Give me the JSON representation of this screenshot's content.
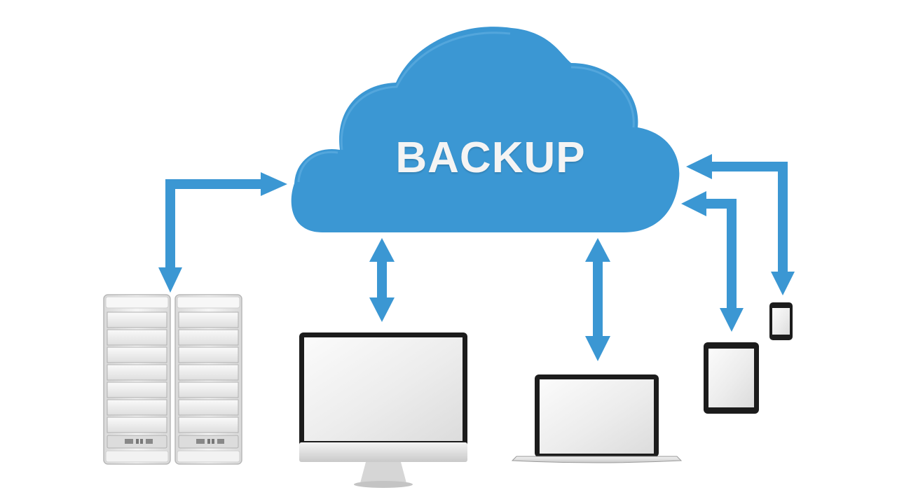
{
  "cloud": {
    "label": "BACKUP"
  },
  "devices": [
    {
      "name": "server-rack",
      "icon": "server-icon"
    },
    {
      "name": "desktop-monitor",
      "icon": "monitor-icon"
    },
    {
      "name": "laptop",
      "icon": "laptop-icon"
    },
    {
      "name": "tablet",
      "icon": "tablet-icon"
    },
    {
      "name": "smartphone",
      "icon": "smartphone-icon"
    }
  ],
  "colors": {
    "accent": "#3b97d3",
    "accent_dark": "#2f85bf",
    "label": "#f4f4f4",
    "device_frame": "#1c1c1c",
    "screen": "#eeeeee",
    "server_body": "#e6e6e6"
  }
}
